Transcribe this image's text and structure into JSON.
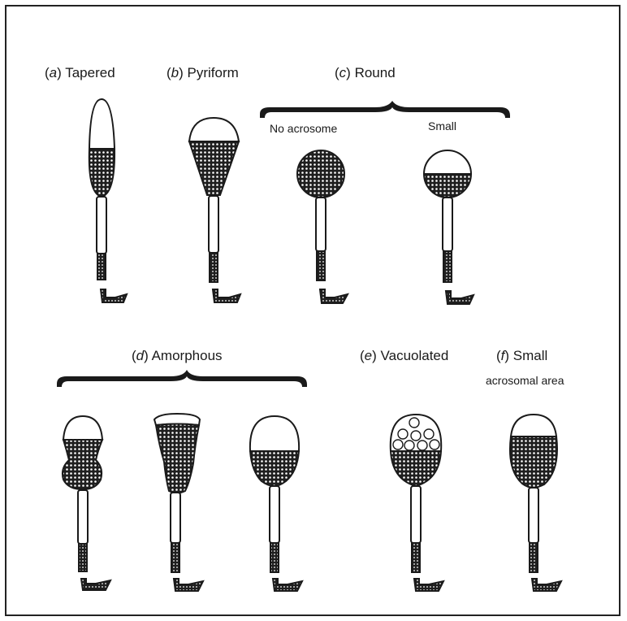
{
  "figure": {
    "labels": {
      "a": {
        "letter": "a",
        "name": "Tapered"
      },
      "b": {
        "letter": "b",
        "name": "Pyriform"
      },
      "c": {
        "letter": "c",
        "name": "Round"
      },
      "d": {
        "letter": "d",
        "name": "Amorphous"
      },
      "e": {
        "letter": "e",
        "name": "Vacuolated"
      },
      "f": {
        "letter": "f",
        "name": "Small",
        "line2": "acrosomal area"
      }
    },
    "round_sublabels": {
      "no_acrosome": "No acrosome",
      "small": "Small"
    },
    "colors": {
      "ink": "#1a1a1a",
      "stipple": "#1a1a1a",
      "paper": "#ffffff"
    }
  }
}
